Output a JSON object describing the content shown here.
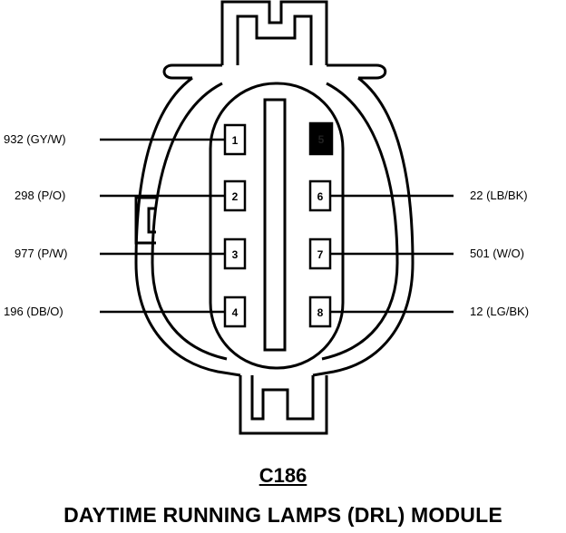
{
  "connector": {
    "code": "C186",
    "title": "DAYTIME RUNNING LAMPS (DRL) MODULE",
    "pins": [
      {
        "number": "1",
        "wire": "932 (GY/W)",
        "side": "left",
        "filled": false
      },
      {
        "number": "2",
        "wire": "298 (P/O)",
        "side": "left",
        "filled": false
      },
      {
        "number": "3",
        "wire": "977 (P/W)",
        "side": "left",
        "filled": false
      },
      {
        "number": "4",
        "wire": "196 (DB/O)",
        "side": "left",
        "filled": false
      },
      {
        "number": "5",
        "wire": "",
        "side": "right",
        "filled": true
      },
      {
        "number": "6",
        "wire": "22 (LB/BK)",
        "side": "right",
        "filled": false
      },
      {
        "number": "7",
        "wire": "501 (W/O)",
        "side": "right",
        "filled": false
      },
      {
        "number": "8",
        "wire": "12 (LG/BK)",
        "side": "right",
        "filled": false
      }
    ]
  }
}
